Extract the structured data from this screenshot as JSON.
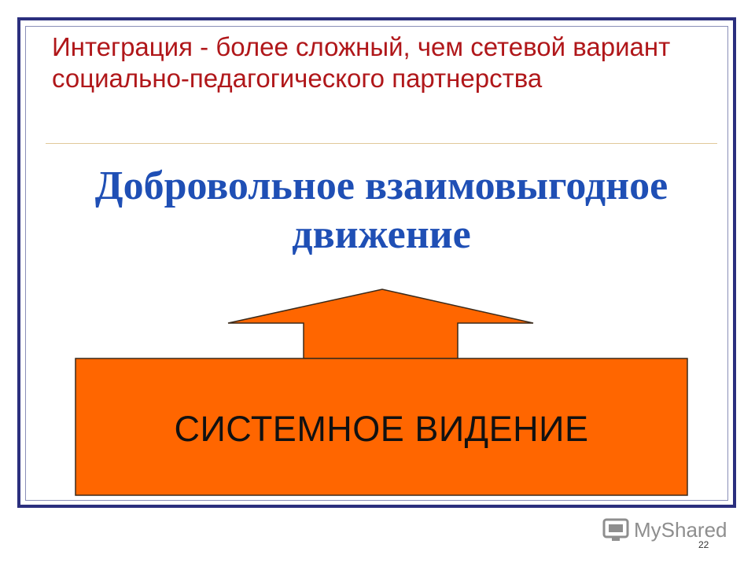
{
  "slide": {
    "title": "Интеграция - более сложный, чем сетевой вариант социально-педагогического партнерства",
    "subtitle_line1": "Добровольное взаимовыгодное",
    "subtitle_line2": "движение",
    "box_label": "СИСТЕМНОЕ ВИДЕНИЕ",
    "page_number": "22"
  },
  "watermark": {
    "text": "MyShared",
    "icon": "myshared-logo-icon"
  },
  "colors": {
    "frame": "#2b2f7e",
    "title": "#b0171a",
    "subtitle": "#1f4fb5",
    "shape_fill": "#ff6600",
    "shape_stroke": "#3a2a1a"
  }
}
